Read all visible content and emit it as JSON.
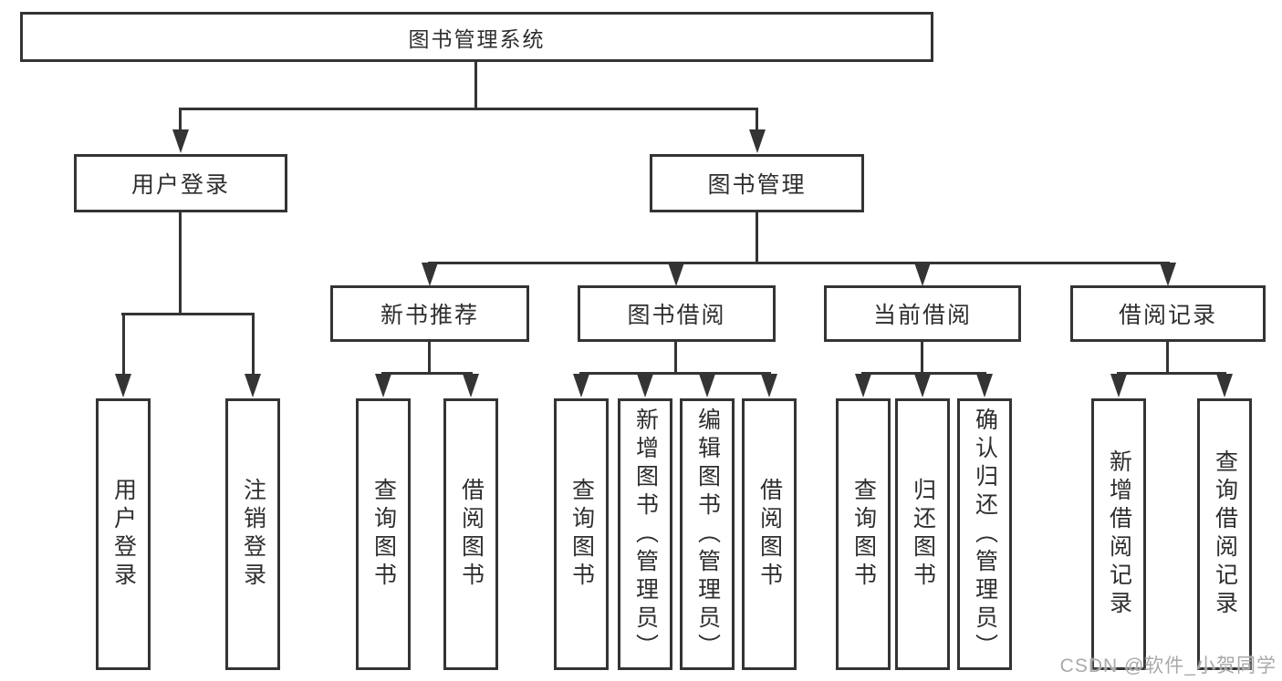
{
  "tree": {
    "root": {
      "label": "图书管理系统"
    },
    "level1": [
      {
        "label": "用户登录",
        "children": [
          {
            "label": "用户登录"
          },
          {
            "label": "注销登录"
          }
        ]
      },
      {
        "label": "图书管理",
        "children": [
          {
            "label": "新书推荐",
            "children": [
              {
                "label": "查询图书"
              },
              {
                "label": "借阅图书"
              }
            ]
          },
          {
            "label": "图书借阅",
            "children": [
              {
                "label": "查询图书"
              },
              {
                "label": "新增图书（管理员）"
              },
              {
                "label": "编辑图书（管理员）"
              },
              {
                "label": "借阅图书"
              }
            ]
          },
          {
            "label": "当前借阅",
            "children": [
              {
                "label": "查询图书"
              },
              {
                "label": "归还图书"
              },
              {
                "label": "确认归还（管理员）"
              }
            ]
          },
          {
            "label": "借阅记录",
            "children": [
              {
                "label": "新增借阅记录"
              },
              {
                "label": "查询借阅记录"
              }
            ]
          }
        ]
      }
    ]
  },
  "watermark": {
    "text": "CSDN @软件_小贺同学"
  },
  "colors": {
    "line": "#343434",
    "text": "#2e2e2e",
    "background": "#ffffff",
    "watermark": "#a9a9a9"
  }
}
